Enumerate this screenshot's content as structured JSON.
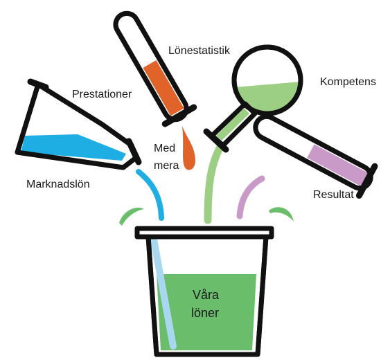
{
  "labels": {
    "lonestatistik": "Lönestatistik",
    "prestationer": "Prestationer",
    "kompetens": "Kompetens",
    "med": "Med",
    "mera": "mera",
    "marknadslon": "Marknadslön",
    "resultat": "Resultat",
    "vara": "Våra",
    "loner": "löner"
  },
  "colors": {
    "outline": "#111111",
    "blue": "#1eaee3",
    "orange": "#e0632a",
    "light_green": "#9ccf84",
    "purple": "#c99ac8",
    "green": "#6abd6b",
    "light_blue": "#a9d7ef"
  },
  "icons": [
    "erlenmeyer-flask-icon",
    "test-tube-icon",
    "round-flask-icon",
    "beaker-icon"
  ]
}
